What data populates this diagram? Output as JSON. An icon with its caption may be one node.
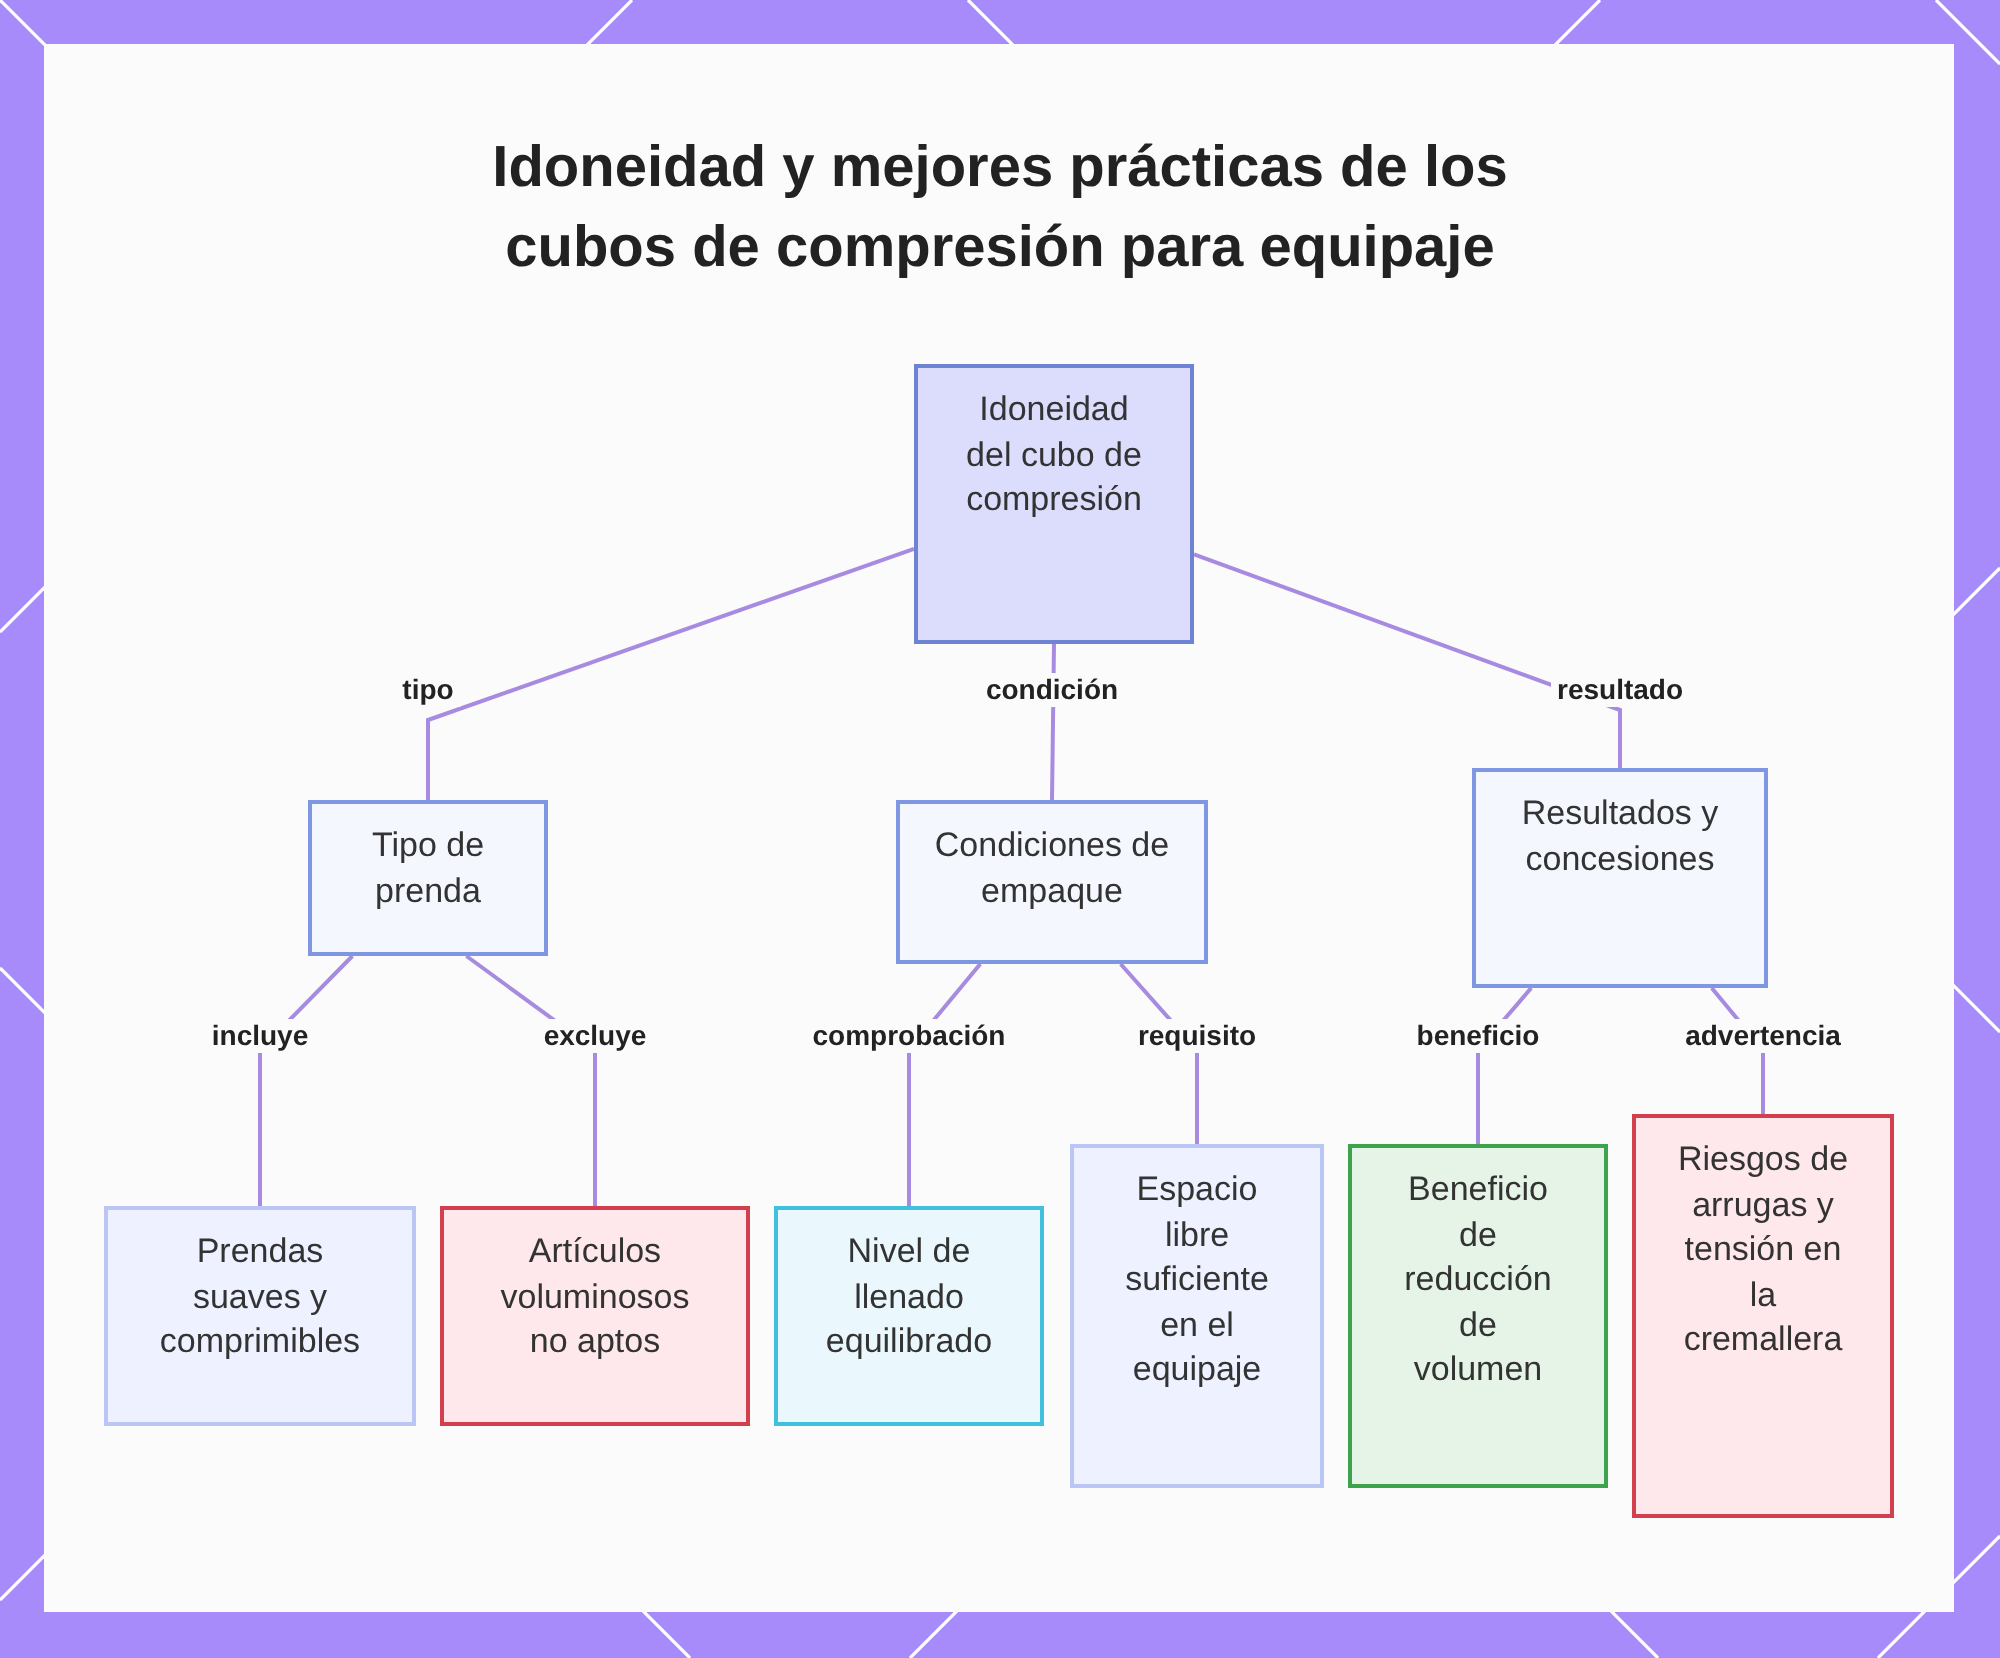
{
  "diagram": {
    "title": "Idoneidad y mejores prácticas de los cubos de compresión para equipaje",
    "nodes": [
      {
        "text": [
          "Idoneidad del cubo de compresión"
        ]
      },
      {
        "text": [
          "Tipo de prenda"
        ]
      },
      {
        "text": [
          "Condiciones de empaque"
        ]
      },
      {
        "text": [
          "Resultados y concesiones"
        ]
      },
      {
        "text": [
          "Prendas suaves y comprimibles"
        ]
      },
      {
        "text": [
          "Artículos voluminosos no aptos"
        ]
      },
      {
        "text": [
          "Nivel de llenado equilibrado"
        ]
      },
      {
        "text": [
          "Espacio libre suficiente en el equipaje"
        ]
      },
      {
        "text": [
          "Beneficio de reducción de volumen"
        ]
      },
      {
        "text": [
          "Riesgos de arrugas y tensión en la cremallera"
        ]
      }
    ],
    "edges": [
      {
        "from": 0,
        "to": 1,
        "arrow": "none",
        "label": "tipo"
      },
      {
        "from": 0,
        "to": 2,
        "arrow": "none",
        "label": "condición"
      },
      {
        "from": 0,
        "to": 3,
        "arrow": "none",
        "label": "resultado"
      },
      {
        "from": 1,
        "to": 4,
        "arrow": "none",
        "label": "incluye"
      },
      {
        "from": 1,
        "to": 5,
        "arrow": "none",
        "label": "excluye"
      },
      {
        "from": 2,
        "to": 6,
        "arrow": "none",
        "label": "comprobación"
      },
      {
        "from": 2,
        "to": 7,
        "arrow": "none",
        "label": "requisito"
      },
      {
        "from": 3,
        "to": 8,
        "arrow": "none",
        "label": "beneficio"
      },
      {
        "from": 3,
        "to": 9,
        "arrow": "none",
        "label": "advertencia"
      }
    ]
  }
}
